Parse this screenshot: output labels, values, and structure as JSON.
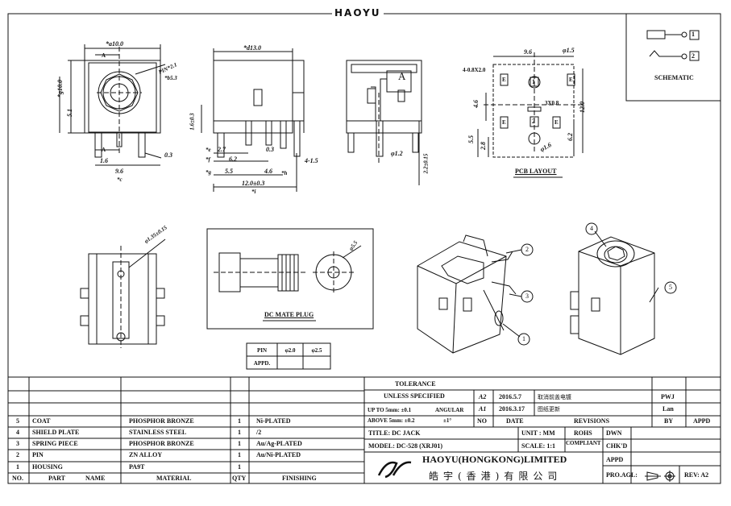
{
  "brand": "HAOYU",
  "schematic": {
    "title": "SCHEMATIC",
    "pin1": "1",
    "pin2": "2"
  },
  "front_view": {
    "dim_a": "*a10.0",
    "dim_pin": "PIN*2.1",
    "dim_b": "*b5.3",
    "dim_g": "*g10.0",
    "dim_51": "5.1",
    "label_a1": "A",
    "label_a2": "A",
    "dim_16": "1.6",
    "dim_03": "0.3",
    "dim_c": "9.6",
    "dim_c_star": "*c"
  },
  "side_view": {
    "dim_d": "*d13.0",
    "dim_16_03": "1.6±0.3",
    "dim_e": "*e",
    "dim_27": "2.7",
    "dim_f": "*f",
    "dim_62": "6.2",
    "dim_03": "0.3",
    "dim_4_15": "4-1.5",
    "dim_g": "*g",
    "dim_55": "5.5",
    "dim_46": "4.6",
    "dim_h": "*h",
    "dim_12": "12.0±0.3",
    "dim_i": "*i"
  },
  "section_view": {
    "label": "A",
    "dim_12": "φ1.2",
    "dim_22": "2.2±0.15"
  },
  "pcb_layout": {
    "title": "PCB LAYOUT",
    "dim_96": "9.6",
    "dim_15": "φ1.5",
    "dim_holes": "4-0.8X2.0",
    "dim_46": "4.6",
    "dim_120": "12.0",
    "dim_55": "5.5",
    "dim_28": "2.8",
    "dim_62": "6.2",
    "dim_16": "φ1.6",
    "dim_slot": "3X0.8",
    "pad_e": "E",
    "pad_1": "1",
    "pad_2": "2"
  },
  "bottom_view": {
    "dim": "φ1.35±0.15"
  },
  "mate_plug": {
    "title": "DC MATE PLUG",
    "dim": "φ5.5"
  },
  "pin_table": {
    "header": [
      "PIN",
      "φ2.0",
      "φ2.5"
    ],
    "row2": [
      "APPD.",
      "",
      ""
    ]
  },
  "callouts": [
    "1",
    "2",
    "3",
    "4",
    "5"
  ],
  "bom": {
    "headers": [
      "NO.",
      "PART",
      "NAME",
      "MATERIAL",
      "QTY",
      "FINISHING"
    ],
    "rows": [
      {
        "no": "5",
        "part": "COAT",
        "material": "PHOSPHOR BRONZE",
        "qty": "1",
        "finishing": "Ni-PLATED"
      },
      {
        "no": "4",
        "part": "SHIELD PLATE",
        "material": "STAINLESS STEEL",
        "qty": "1",
        "finishing": "/2"
      },
      {
        "no": "3",
        "part": "SPRING PIECE",
        "material": "PHOSPHOR BRONZE",
        "qty": "1",
        "finishing": "Au/Ag-PLATED"
      },
      {
        "no": "2",
        "part": "PIN",
        "material": "ZN ALLOY",
        "qty": "1",
        "finishing": "Au/Ni-PLATED"
      },
      {
        "no": "1",
        "part": "HOUSING",
        "material": "PA9T",
        "qty": "1",
        "finishing": ""
      }
    ]
  },
  "title_block": {
    "tolerance": "TOLERANCE",
    "unless": "UNLESS    SPECIFIED",
    "up_to": "UP TO 5mm: ±0.1",
    "angular": "ANGULAR",
    "above": "ABOVE 5mm: ±0.2",
    "angular_val": "±1°",
    "rev_a2": "A2",
    "rev_a2_date": "2016.5.7",
    "rev_a2_desc": "取消前盖电镀",
    "rev_a1": "A1",
    "rev_a1_date": "2016.3.17",
    "rev_a1_desc": "图纸更新",
    "no": "NO",
    "date": "DATE",
    "revisions": "REVISIONS",
    "by": "BY",
    "appd": "APPD",
    "by_a2": "PWJ",
    "by_a1": "Lan",
    "title": "TITLE: DC JACK",
    "unit": "UNIT : MM",
    "rohs": "ROHS",
    "compliant": "COMPLIANT",
    "dwn": "DWN",
    "model": "MODEL: DC-528 (XRJ01)",
    "scale": "SCALE: 1:1",
    "chkd": "CHK'D",
    "appd2": "APPD",
    "company": "HAOYU(HONGKONG)LIMITED",
    "company_cn": "皓宇(香港)有限公司",
    "proj": "PRO.AGL:",
    "rev": "REV: A2"
  }
}
